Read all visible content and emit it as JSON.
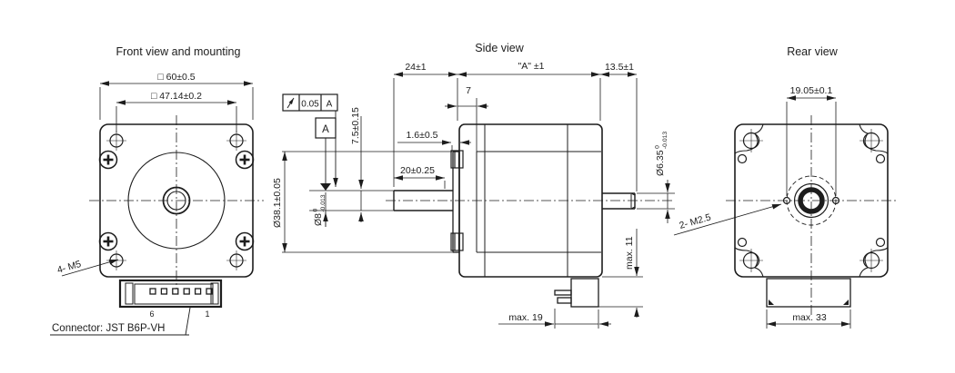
{
  "page": {
    "background": "#ffffff",
    "line_color": "#1d1d1d"
  },
  "front_view": {
    "title": "Front view and mounting",
    "dim_body": "□ 60±0.5",
    "dim_hole_spacing": "□ 47.14±0.2",
    "mount_holes_label": "4- M5",
    "pin_left_number": "6",
    "pin_right_number": "1",
    "connector_label": "Connector:  JST  B6P-VH"
  },
  "side_view": {
    "title": "Side view",
    "dim_shaft_length": "24±1",
    "dim_body_length": "\"A\" ±1",
    "dim_rear_shaft_length": "13.5±1",
    "dim_pilot_depth": "7",
    "dim_boss_height": "1.6±0.5",
    "dim_flat_length": "20±0.25",
    "dim_flat_height": "7.5±0.15",
    "dim_pilot_diameter": "Ø38.1±0.05",
    "shaft_diameter": {
      "value": "Ø8",
      "tol_upper": "0",
      "tol_lower": "-0.013"
    },
    "rear_shaft_diameter": {
      "value": "Ø6.35",
      "tol_upper": "0",
      "tol_lower": "-0.013"
    },
    "dim_connector_height": "max. 11",
    "dim_connector_length": "max. 19",
    "runout_frame": {
      "tolerance": "0.05",
      "datum": "A"
    },
    "datum_flag": "A"
  },
  "rear_view": {
    "title": "Rear view",
    "dim_rear_holes": "19.05±0.1",
    "rear_holes_label": "2- M2.5",
    "dim_connector_width": "max. 33"
  }
}
